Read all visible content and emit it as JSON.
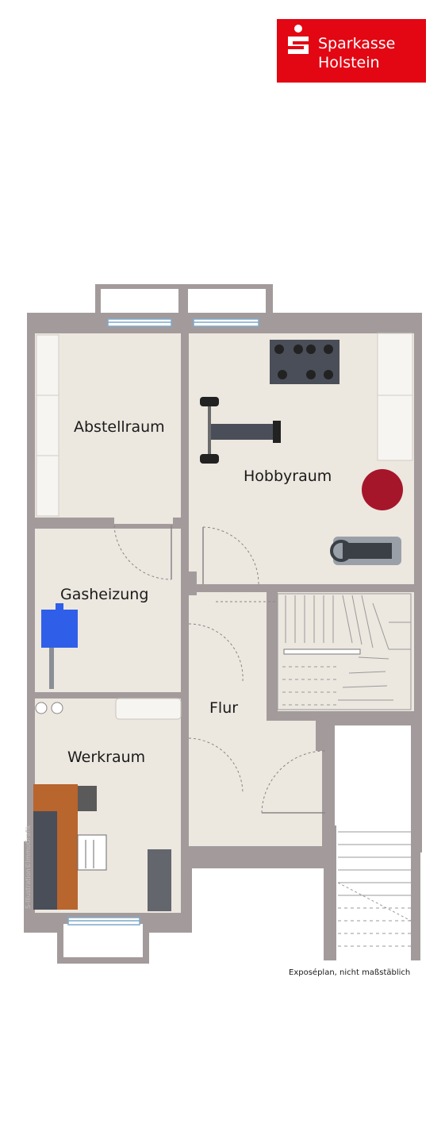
{
  "brand": {
    "name_line1": "Sparkasse",
    "name_line2": "Holstein",
    "color": "#e30613"
  },
  "rooms": {
    "abstellraum": "Abstellraum",
    "hobbyraum": "Hobbyraum",
    "gasheizung": "Gasheizung",
    "flur": "Flur",
    "werkraum": "Werkraum"
  },
  "caption": "Exposéplan, nicht maßstäblich",
  "credit": "S-Illustration©ImmoGrafik",
  "colors": {
    "wall": "#a39b9b",
    "floor": "#ece7df",
    "furniture": "#4a4e58",
    "heater": "#2f5fe8",
    "ball": "#a6162a"
  }
}
